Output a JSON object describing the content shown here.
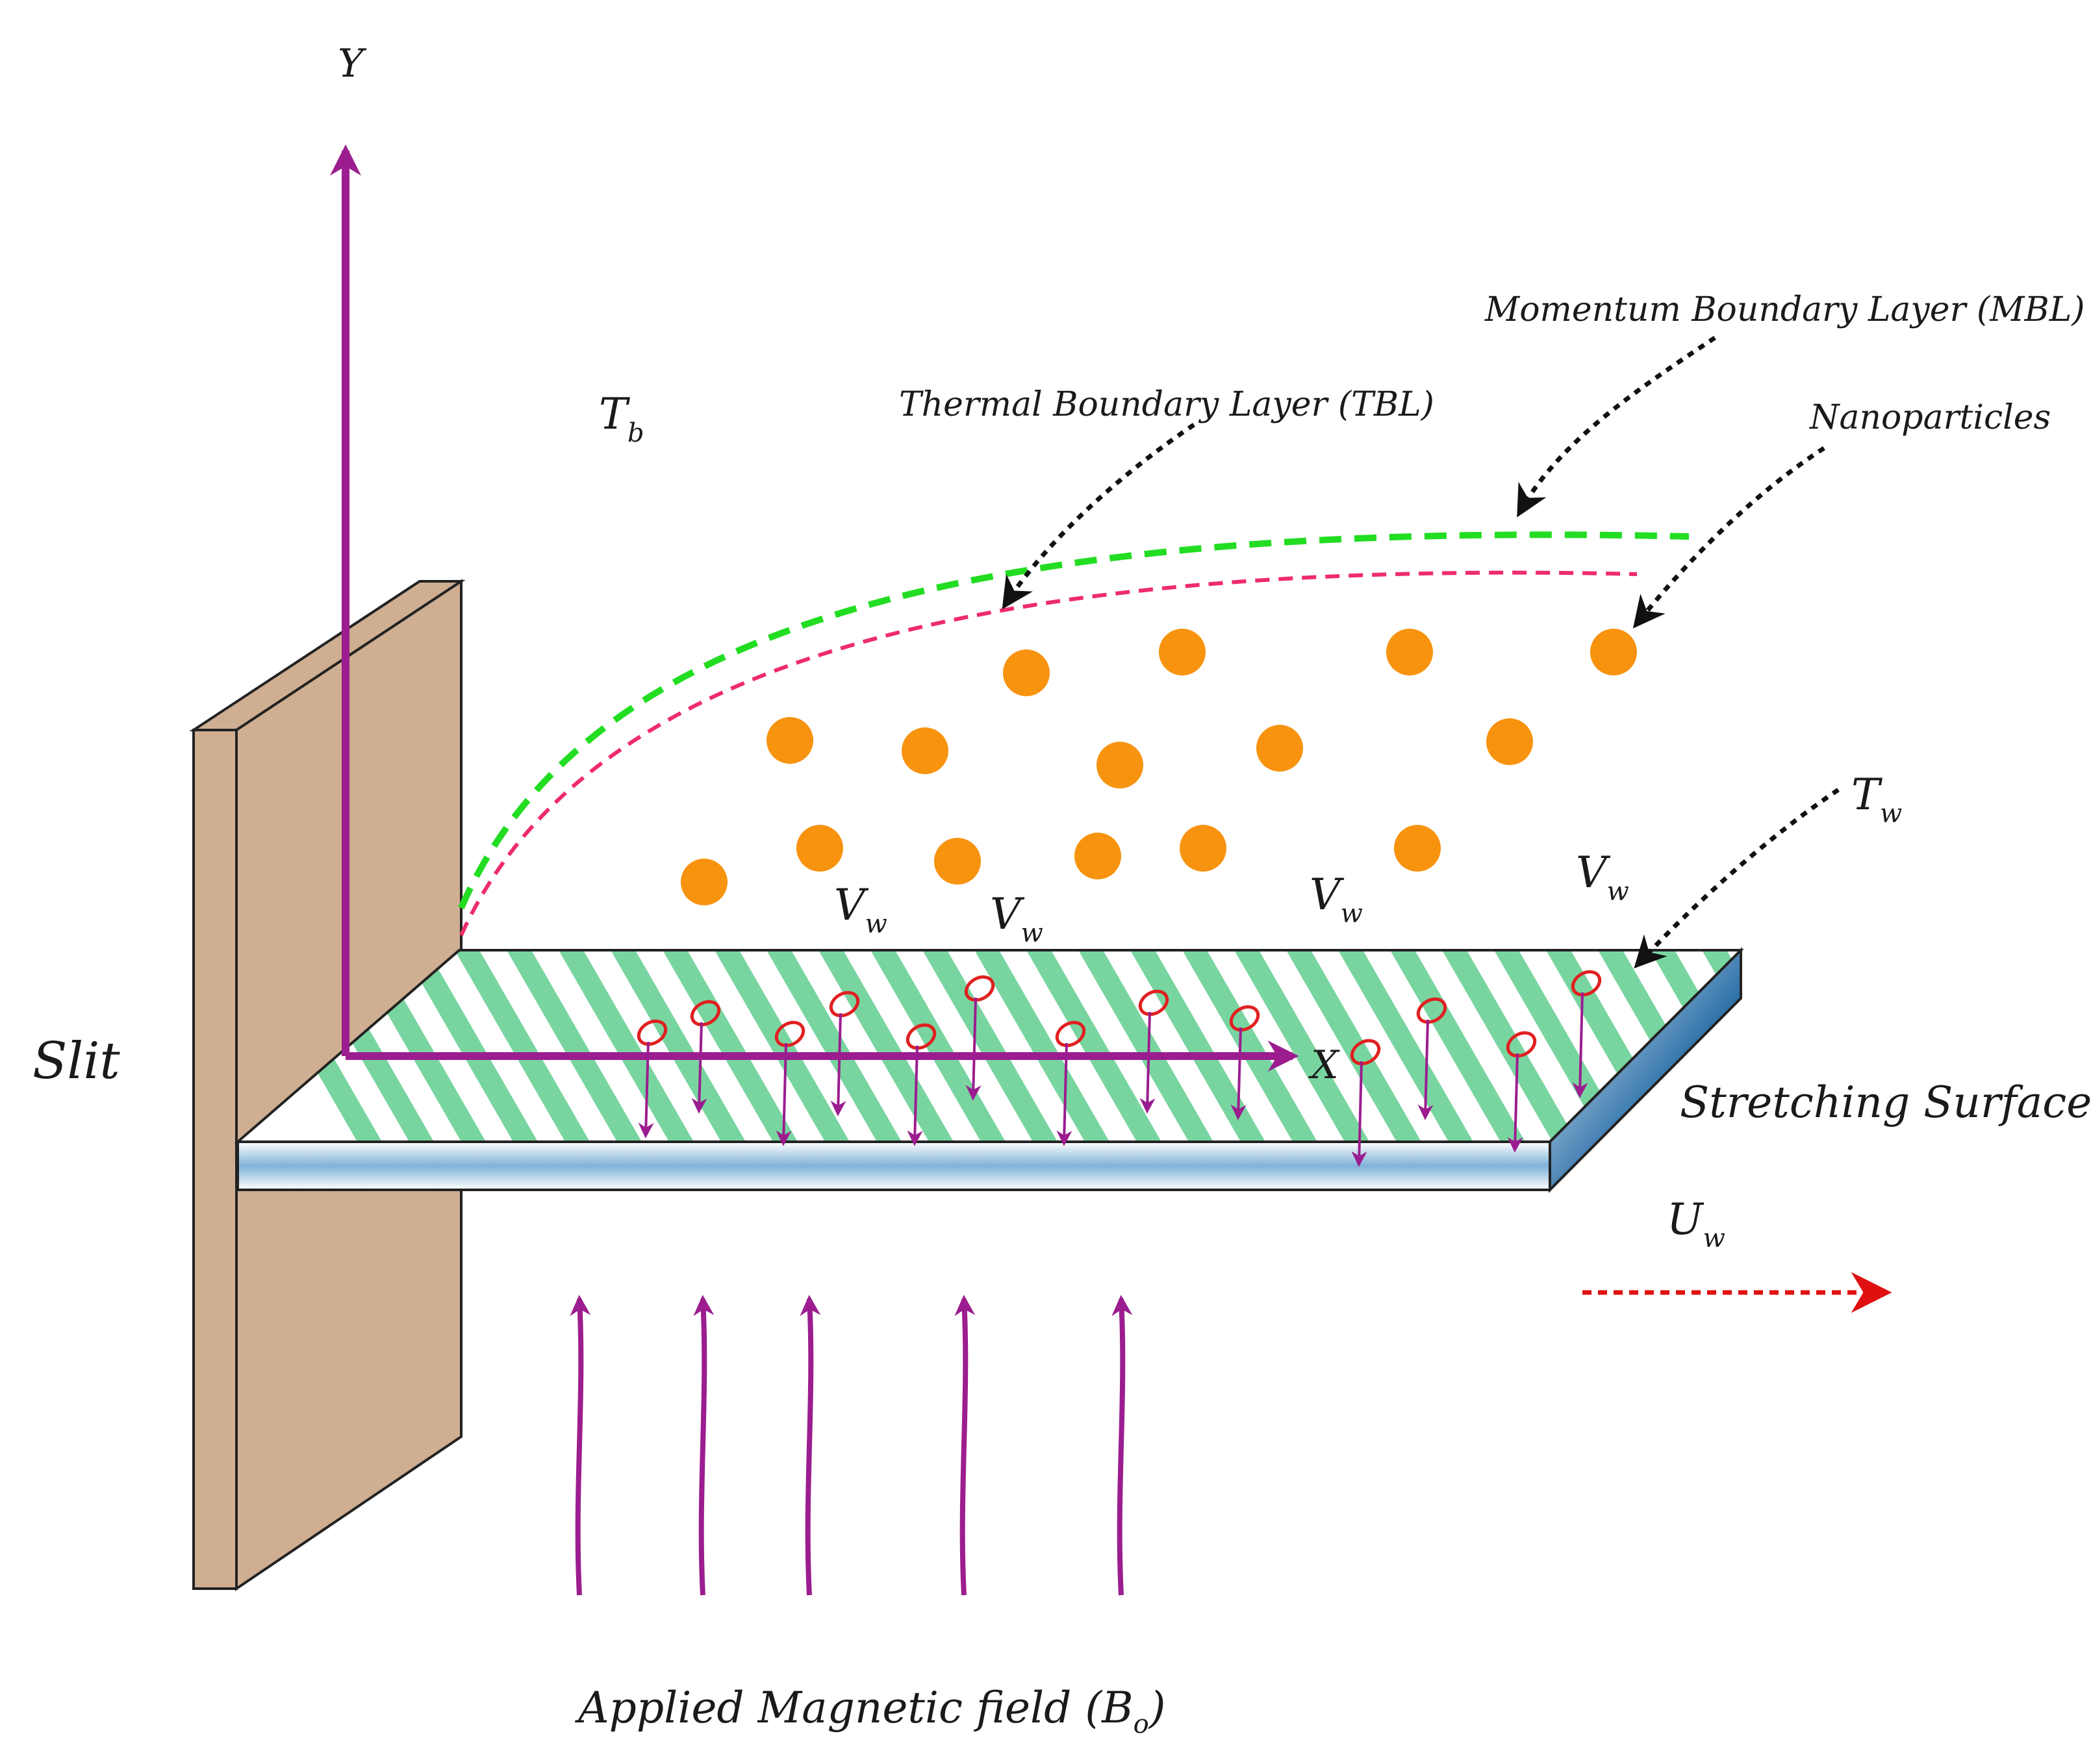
{
  "axes": {
    "y_label": "Y",
    "x_label": "X"
  },
  "labels": {
    "slit": "Slit",
    "stretching_surface": "Stretching Surface",
    "momentum_layer": "Momentum Boundary Layer (MBL)",
    "thermal_layer": "Thermal Boundary Layer (TBL)",
    "nanoparticles": "Nanoparticles",
    "magnetic_field": "Applied Magnetic field (B",
    "magnetic_field_sub": "o",
    "magnetic_field_close": ")",
    "t_b": "T",
    "t_b_sub": "b",
    "t_w": "T",
    "t_w_sub": "w",
    "u_w": "U",
    "u_w_sub": "w",
    "v_w": "V",
    "v_w_sub": "w"
  },
  "colors": {
    "axis_arrow": "#9b1d8f",
    "slit_face": "#cfae92",
    "mbl_curve": "#22dd22",
    "tbl_curve": "#ee2c6a",
    "nanoparticle": "#f7930f",
    "stripe": "#79d5a0",
    "vortex": "#e02020",
    "velocity_arrow": "#e01010",
    "plate_edge": "#2a6fa8"
  },
  "nanoparticle_count": 15,
  "magnetic_arrow_count": 5
}
